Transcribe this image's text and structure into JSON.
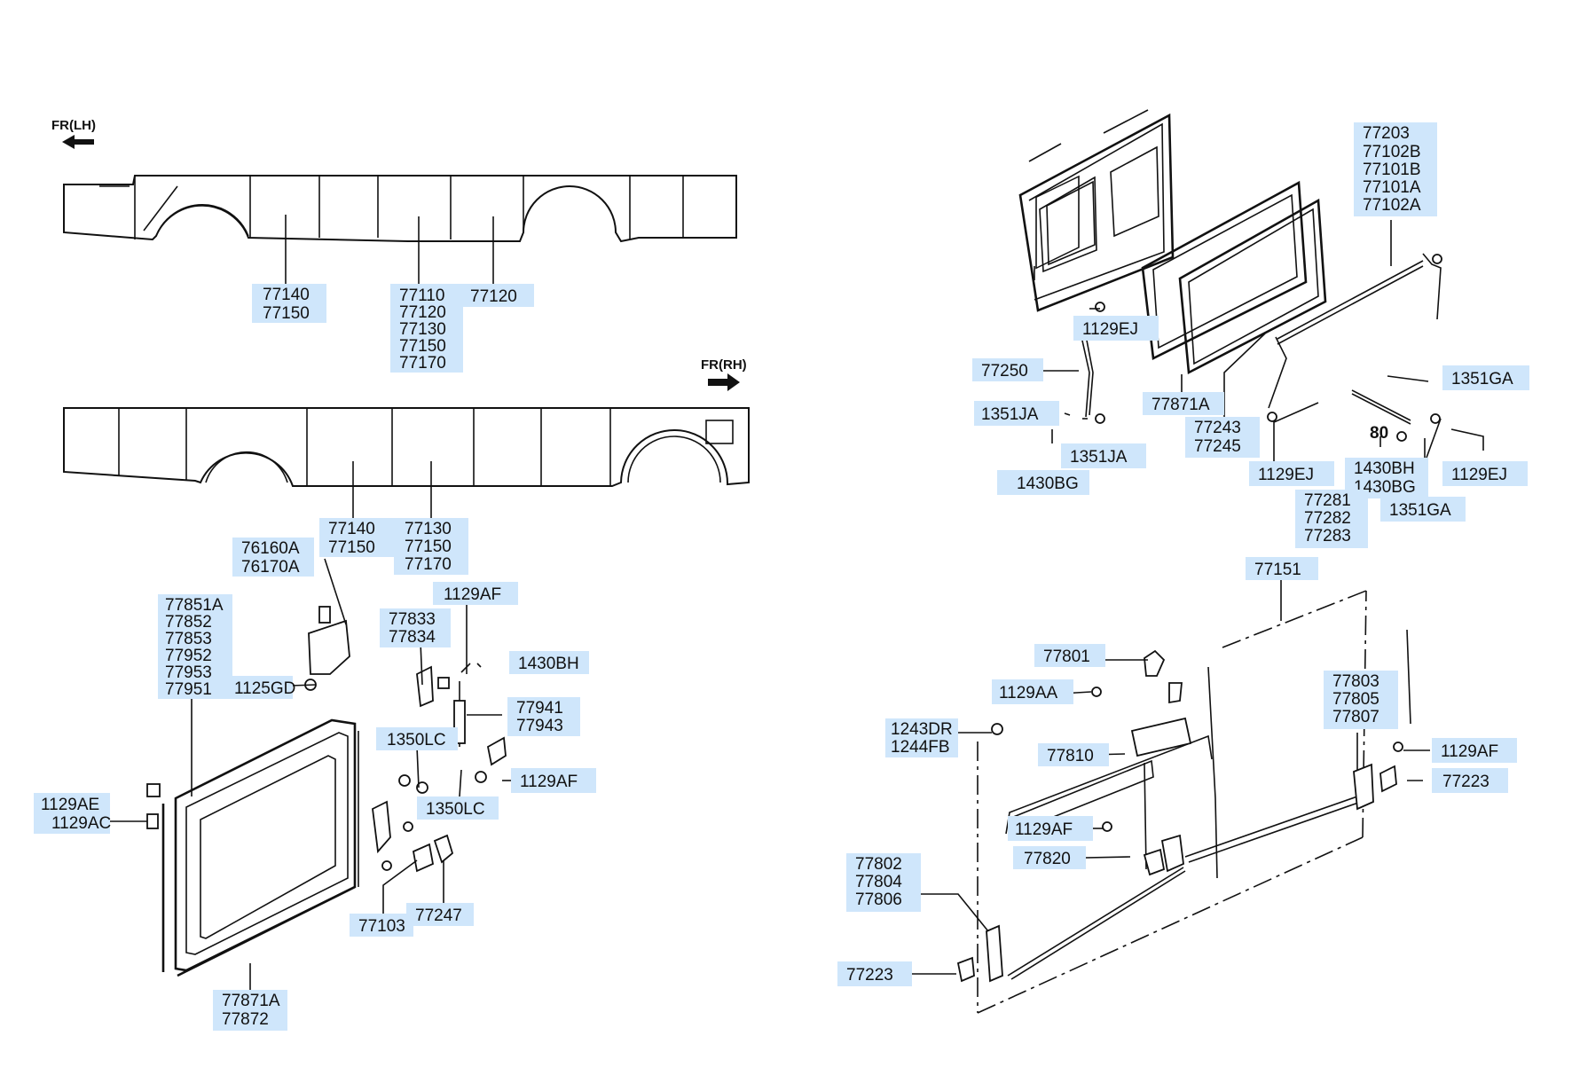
{
  "direction_labels": {
    "front_lh": "FR(LH)",
    "front_rh": "FR(RH)"
  },
  "small_mark": "80",
  "callouts": {
    "c77140_77150_top": [
      "77140",
      "77150"
    ],
    "c77110_group": [
      "77110",
      "77120",
      "77130",
      "77150",
      "77170"
    ],
    "c77120_top": [
      "77120"
    ],
    "c77140_77150_bot": [
      "77140",
      "77150"
    ],
    "c77130_group": [
      "77130",
      "77150",
      "77170"
    ],
    "c76160": [
      "76160A",
      "76170A"
    ],
    "c77851": [
      "77851A",
      "77852",
      "77853",
      "77952",
      "77953",
      "77951"
    ],
    "c1125GD": [
      "1125GD"
    ],
    "c1129AE": [
      "1129AE",
      "1129AC"
    ],
    "c1129AF_a": [
      "1129AF"
    ],
    "c77833": [
      "77833",
      "77834"
    ],
    "c1430BH_a": [
      "1430BH"
    ],
    "c77941": [
      "77941",
      "77943"
    ],
    "c1350LC_a": [
      "1350LC"
    ],
    "c1129AF_b": [
      "1129AF"
    ],
    "c1350LC_b": [
      "1350LC"
    ],
    "c77103": [
      "77103"
    ],
    "c77247": [
      "77247"
    ],
    "c77871A_left": [
      "77871A",
      "77872"
    ],
    "c77203": [
      "77203",
      "77102B",
      "77101B",
      "77101A",
      "77102A"
    ],
    "c1129EJ_a": [
      "1129EJ"
    ],
    "c77250": [
      "77250"
    ],
    "c1351JA_a": [
      "1351JA"
    ],
    "c1351JA_b": [
      "1351JA"
    ],
    "c1430BG_a": [
      "1430BG"
    ],
    "c77871A_right": [
      "77871A"
    ],
    "c77243": [
      "77243",
      "77245"
    ],
    "c1351GA_a": [
      "1351GA"
    ],
    "c1129EJ_b": [
      "1129EJ"
    ],
    "c1430BH_b": [
      "1430BH",
      "1430BG"
    ],
    "c1129EJ_c": [
      "1129EJ"
    ],
    "c77281": [
      "77281",
      "77282",
      "77283"
    ],
    "c1351GA_b": [
      "1351GA"
    ],
    "c77151": [
      "77151"
    ],
    "c77801": [
      "77801"
    ],
    "c1129AA": [
      "1129AA"
    ],
    "c1243DR": [
      "1243DR",
      "1244FB"
    ],
    "c77810": [
      "77810"
    ],
    "c77803": [
      "77803",
      "77805",
      "77807"
    ],
    "c1129AF_c": [
      "1129AF"
    ],
    "c77223_a": [
      "77223"
    ],
    "c1129AF_d": [
      "1129AF"
    ],
    "c77820": [
      "77820"
    ],
    "c77802": [
      "77802",
      "77804",
      "77806"
    ],
    "c77223_b": [
      "77223"
    ]
  },
  "colors": {
    "label_highlight": "#cfe6fb",
    "line": "#111111"
  }
}
